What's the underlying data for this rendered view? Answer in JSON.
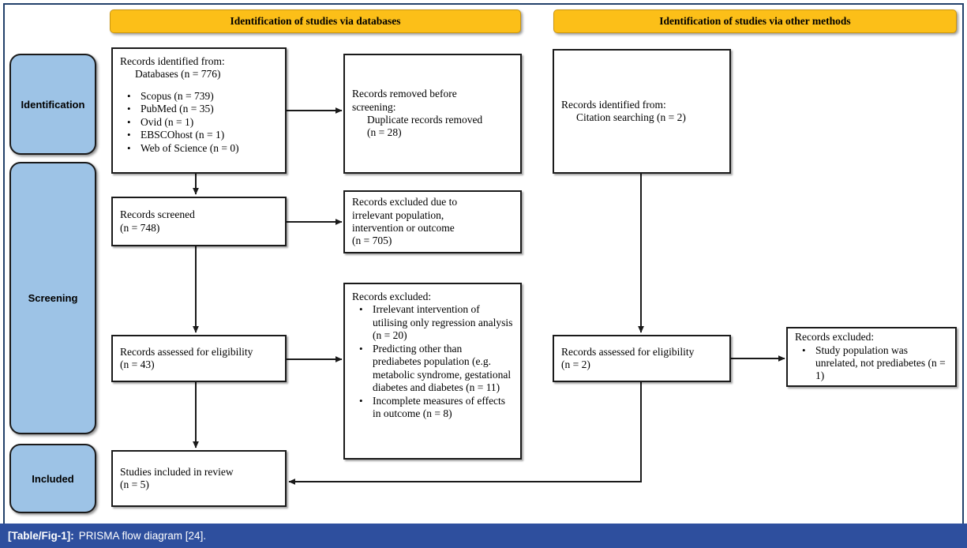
{
  "figure": {
    "banners": {
      "databases": "Identification of studies via databases",
      "other": "Identification of studies via other methods"
    },
    "stages": {
      "identification": "Identification",
      "screening": "Screening",
      "included": "Included"
    },
    "boxes": {
      "identified_db": {
        "line1": "Records identified from:",
        "line2": "Databases (n = 776)",
        "sources": [
          "Scopus (n = 739)",
          "PubMed (n = 35)",
          "Ovid (n = 1)",
          "EBSCOhost (n = 1)",
          "Web of Science (n = 0)"
        ]
      },
      "removed_before_screening": {
        "line1": "Records removed before",
        "line2": "screening:",
        "line3": "Duplicate records removed",
        "line4": "(n = 28)"
      },
      "records_screened": {
        "line1": "Records screened",
        "line2": "(n = 748)"
      },
      "excluded_screening": {
        "line1": "Records excluded due to",
        "line2": "irrelevant population,",
        "line3": "intervention or outcome",
        "line4": "(n = 705)"
      },
      "eligibility_db": {
        "line1": "Records assessed for eligibility",
        "line2": "(n = 43)"
      },
      "excluded_eligibility": {
        "heading": "Records excluded:",
        "reasons": [
          "Irrelevant intervention of utilising only regression analysis (n = 20)",
          "Predicting other than prediabetes population (e.g. metabolic syndrome, gestational diabetes and diabetes (n = 11)",
          "Incomplete measures of effects in outcome (n = 8)"
        ]
      },
      "studies_included": {
        "line1": "Studies included in review",
        "line2": "(n = 5)"
      },
      "identified_other": {
        "line1": "Records identified from:",
        "line2": "Citation searching (n = 2)"
      },
      "eligibility_other": {
        "line1": "Records assessed for eligibility",
        "line2": "(n = 2)"
      },
      "excluded_other": {
        "heading": "Records excluded:",
        "reasons": [
          "Study population was unrelated, not prediabetes (n = 1)"
        ]
      }
    }
  },
  "caption": {
    "label": "[Table/Fig-1]:",
    "text": "PRISMA flow diagram [24]."
  },
  "colors": {
    "banner_fill": "#fcbf18",
    "stage_fill": "#9dc3e6",
    "caption_bar": "#2e4f9e",
    "frame_border": "#23416b",
    "box_border": "#1a1a1a"
  }
}
